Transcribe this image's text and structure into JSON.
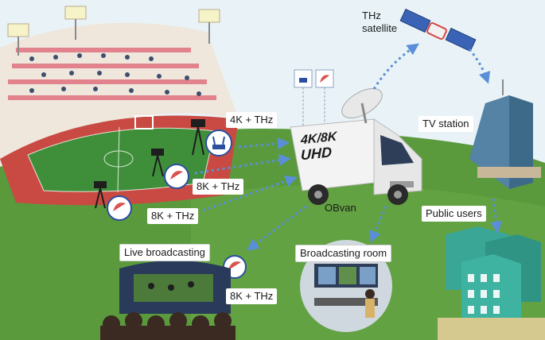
{
  "labels": {
    "satellite_line1": "THz",
    "satellite_line2": "satellite",
    "tv_station": "TV station",
    "link_4k": "4K + THz",
    "link_8k_a": "8K + THz",
    "link_8k_b": "8K + THz",
    "link_8k_c": "8K + THz",
    "obvan": "OBvan",
    "public_users": "Public users",
    "live_broadcasting": "Live broadcasting",
    "broadcasting_room": "Broadcasting room"
  },
  "van": {
    "line1": "4K/8K",
    "line2": "UHD"
  },
  "colors": {
    "sky": "#e9f3f7",
    "grass": "#5a9a3c",
    "track": "#c94a42",
    "field": "#3f8f3a",
    "arrow": "#5a8fd8",
    "stand": "#efe6dc",
    "building": "#3e6a8a",
    "apartment": "#3aa796"
  },
  "icons": [
    "thz-antenna-icon",
    "wifi-router-icon",
    "satellite-dish-icon",
    "satellite-icon",
    "camera-icon"
  ]
}
